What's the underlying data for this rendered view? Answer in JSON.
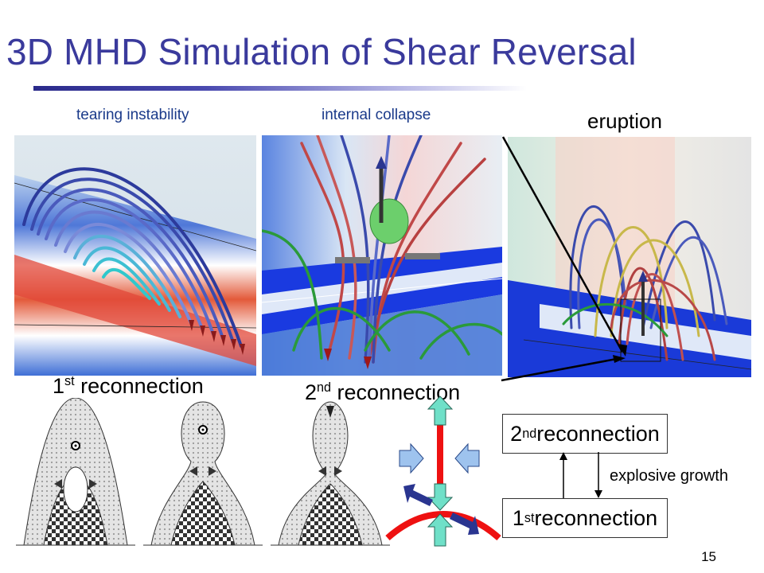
{
  "slide": {
    "title": "3D MHD Simulation of Shear Reversal",
    "page_number": "15"
  },
  "panels": {
    "captions": {
      "tearing": "tearing instability",
      "collapse": "internal collapse",
      "eruption": "eruption"
    }
  },
  "labels": {
    "first_reconnection": {
      "ordinal": "1",
      "suffix": "st",
      "text": " reconnection"
    },
    "second_reconnection": {
      "ordinal": "2",
      "suffix": "nd",
      "text": " reconnection"
    }
  },
  "flow": {
    "top_box": {
      "ordinal": "2",
      "suffix": "nd",
      "text": " reconnection"
    },
    "bottom_box": {
      "ordinal": "1",
      "suffix": "st",
      "text": " reconnection"
    },
    "feedback_label": "explosive growth"
  },
  "colors": {
    "title": "#3a3a9c",
    "field_red": "#c0393b",
    "field_blue": "#2d3aa8",
    "field_green": "#2a9a3a",
    "field_yellow": "#c8b84a",
    "arrow_green": "#6fe0c8",
    "arrow_lightblue": "#9ec3ee",
    "arrow_navy": "#2a3590",
    "current_red": "#ee1111"
  }
}
